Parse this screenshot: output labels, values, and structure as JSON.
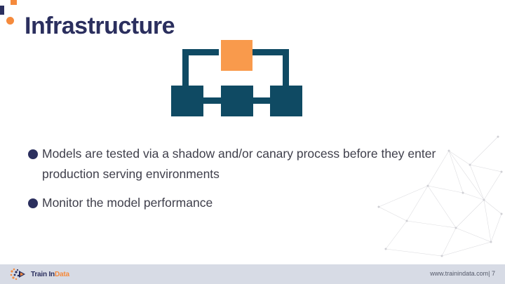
{
  "slide": {
    "title": "Infrastructure",
    "bullets": [
      "Models are tested via a shadow and/or canary process before they enter production serving environments",
      "Monitor the model performance"
    ]
  },
  "footer": {
    "logo_word1": "Train In",
    "logo_word2": "Data",
    "website": "www.trainindata.com",
    "separator": "|",
    "page_number": "7"
  },
  "colors": {
    "navy": "#2b2f5e",
    "teal": "#0f4a63",
    "orange": "#f58a3c",
    "footer_bg": "#d7dbe5"
  },
  "icons": [
    "infrastructure-diagram-icon",
    "train-in-data-logo-icon"
  ]
}
